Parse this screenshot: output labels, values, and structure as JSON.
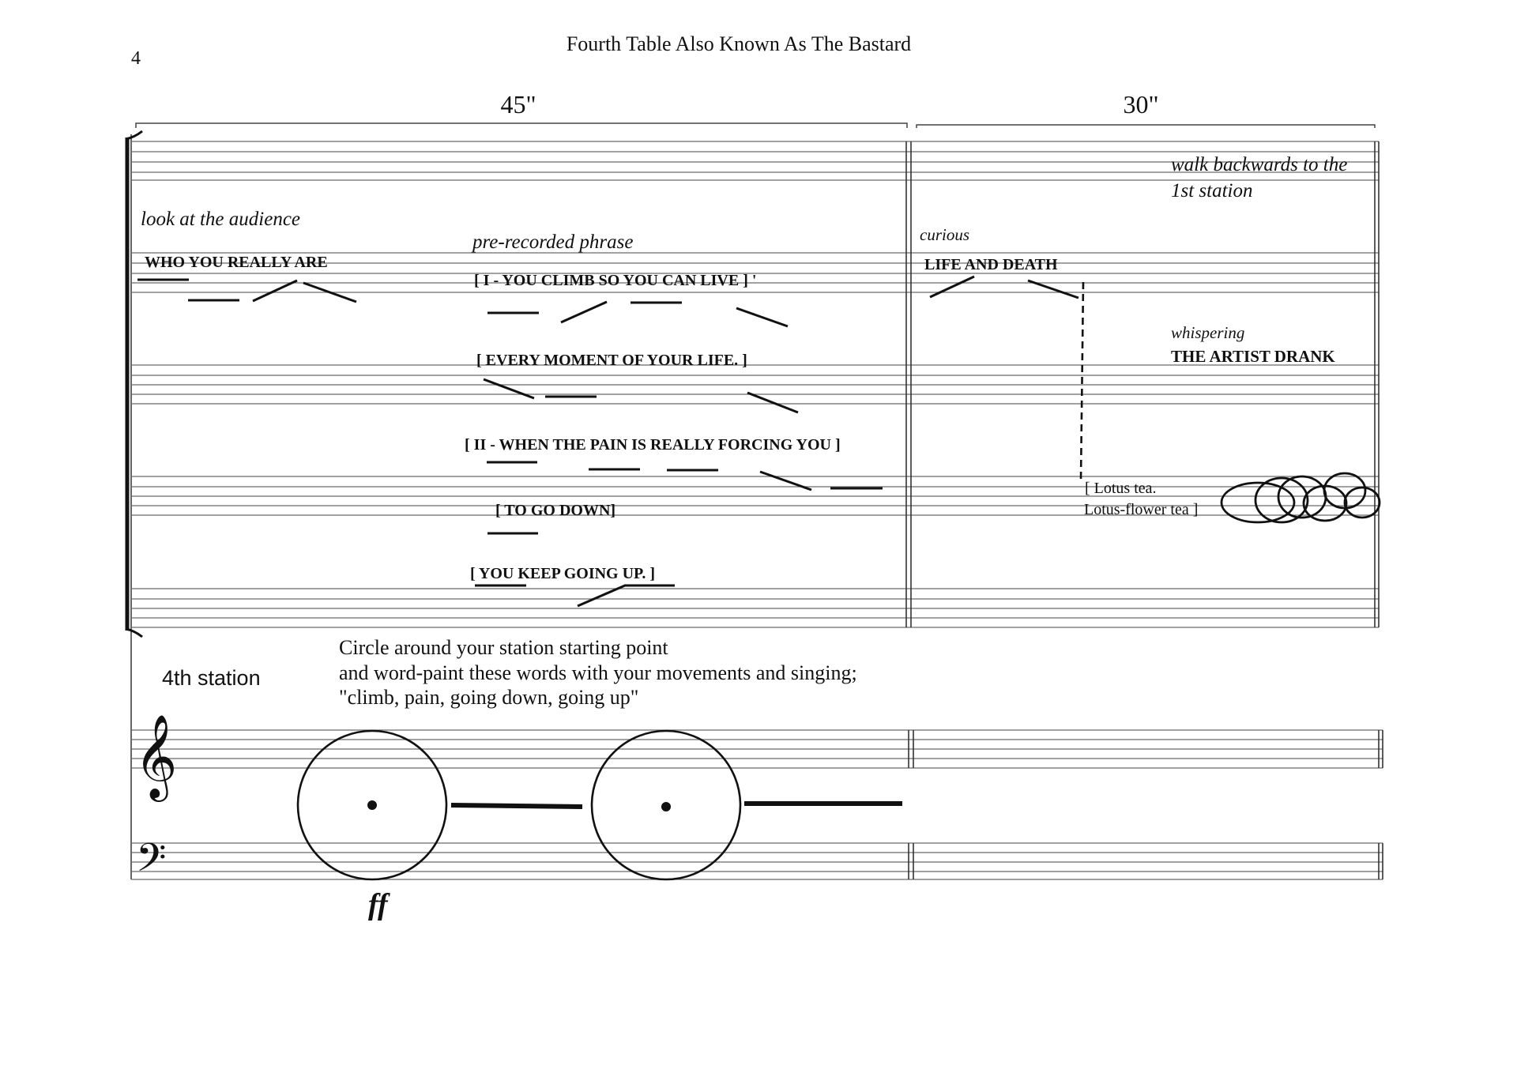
{
  "page": {
    "number": "4",
    "title": "Fourth Table Also Known As The Bastard"
  },
  "timing": {
    "section1": "45\"",
    "section2": "30\""
  },
  "directions": {
    "look_at_audience": "look at the audience",
    "pre_recorded": "pre-recorded phrase",
    "curious": "curious",
    "walk_backwards_1": "walk backwards to the",
    "walk_backwards_2": "1st station",
    "whispering": "whispering"
  },
  "lyrics": {
    "who_you_really_are": "WHO YOU REALLY ARE",
    "phrase_1": "[ I - YOU CLIMB SO YOU CAN LIVE ] '",
    "phrase_2": "[ EVERY MOMENT OF YOUR LIFE. ]",
    "phrase_3": "[ II - WHEN THE PAIN IS REALLY FORCING YOU ]",
    "phrase_4": "[ TO GO DOWN]",
    "phrase_5": "[ YOU KEEP GOING UP. ]",
    "life_and_death": "LIFE AND DEATH",
    "artist_drank": "THE ARTIST DRANK",
    "lotus_1": "[ Lotus tea.",
    "lotus_2": "Lotus-flower tea ]"
  },
  "lower_part": {
    "station": "4th station",
    "instruction_1": "Circle around your station starting point",
    "instruction_2": "and word-paint these words with your movements and singing;",
    "instruction_3": "\"climb, pain, going down, going up\"",
    "dynamic": "ff"
  },
  "symbols": {
    "treble_clef": "𝄞",
    "bass_clef": "𝄢"
  }
}
